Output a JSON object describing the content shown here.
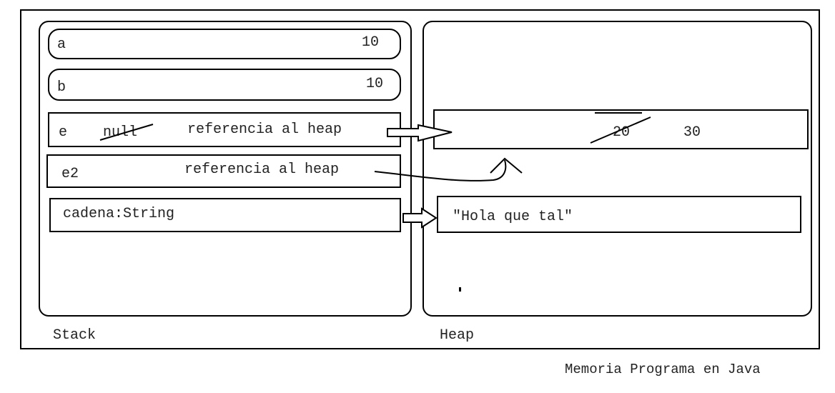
{
  "stack": {
    "label": "Stack",
    "vars": {
      "a": {
        "name": "a",
        "value": "10"
      },
      "b": {
        "name": "b",
        "value": "10"
      },
      "e": {
        "name": "e",
        "old_value": "null",
        "value": "referencia al heap"
      },
      "e2": {
        "name": "e2",
        "value": "referencia al heap"
      },
      "cadena": {
        "name": "cadena:String"
      }
    }
  },
  "heap": {
    "label": "Heap",
    "object": {
      "old_value": "20",
      "value": "30"
    },
    "string_object": {
      "value": "\"Hola que tal\""
    }
  },
  "caption": "Memoria Programa en Java"
}
